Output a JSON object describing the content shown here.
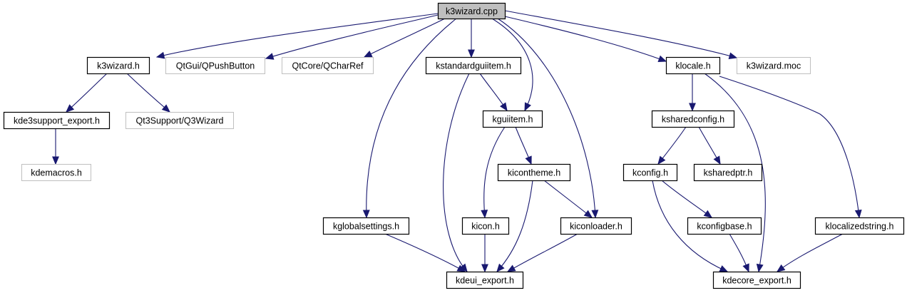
{
  "diagram": {
    "title": "k3wizard.cpp include dependency graph",
    "colors": {
      "edge": "#191970",
      "root_fill": "#bfbfbf",
      "node_fill": "#ffffff",
      "node_border": "#000000",
      "external_border": "#bfbfbf"
    },
    "nodes": [
      {
        "id": "k3wizard_cpp",
        "label": "k3wizard.cpp",
        "kind": "root"
      },
      {
        "id": "k3wizard_h",
        "label": "k3wizard.h",
        "kind": "documented"
      },
      {
        "id": "qpushbutton",
        "label": "QtGui/QPushButton",
        "kind": "external"
      },
      {
        "id": "qcharref",
        "label": "QtCore/QCharRef",
        "kind": "external"
      },
      {
        "id": "kstandardguiitem_h",
        "label": "kstandardguiitem.h",
        "kind": "documented"
      },
      {
        "id": "klocale_h",
        "label": "klocale.h",
        "kind": "documented"
      },
      {
        "id": "k3wizard_moc",
        "label": "k3wizard.moc",
        "kind": "external"
      },
      {
        "id": "kde3support_export_h",
        "label": "kde3support_export.h",
        "kind": "documented"
      },
      {
        "id": "q3wizard",
        "label": "Qt3Support/Q3Wizard",
        "kind": "external"
      },
      {
        "id": "kguiitem_h",
        "label": "kguiitem.h",
        "kind": "documented"
      },
      {
        "id": "ksharedconfig_h",
        "label": "ksharedconfig.h",
        "kind": "documented"
      },
      {
        "id": "kdemacros_h",
        "label": "kdemacros.h",
        "kind": "external"
      },
      {
        "id": "kicontheme_h",
        "label": "kicontheme.h",
        "kind": "documented"
      },
      {
        "id": "kconfig_h",
        "label": "kconfig.h",
        "kind": "documented"
      },
      {
        "id": "ksharedptr_h",
        "label": "ksharedptr.h",
        "kind": "documented"
      },
      {
        "id": "kglobalsettings_h",
        "label": "kglobalsettings.h",
        "kind": "documented"
      },
      {
        "id": "kicon_h",
        "label": "kicon.h",
        "kind": "documented"
      },
      {
        "id": "kiconloader_h",
        "label": "kiconloader.h",
        "kind": "documented"
      },
      {
        "id": "kconfigbase_h",
        "label": "kconfigbase.h",
        "kind": "documented"
      },
      {
        "id": "klocalizedstring_h",
        "label": "klocalizedstring.h",
        "kind": "documented"
      },
      {
        "id": "kdeui_export_h",
        "label": "kdeui_export.h",
        "kind": "documented"
      },
      {
        "id": "kdecore_export_h",
        "label": "kdecore_export.h",
        "kind": "documented"
      }
    ],
    "edges": [
      {
        "from": "k3wizard_cpp",
        "to": "k3wizard_h"
      },
      {
        "from": "k3wizard_cpp",
        "to": "qpushbutton"
      },
      {
        "from": "k3wizard_cpp",
        "to": "qcharref"
      },
      {
        "from": "k3wizard_cpp",
        "to": "kglobalsettings_h"
      },
      {
        "from": "k3wizard_cpp",
        "to": "kstandardguiitem_h"
      },
      {
        "from": "k3wizard_cpp",
        "to": "kguiitem_h"
      },
      {
        "from": "k3wizard_cpp",
        "to": "kiconloader_h"
      },
      {
        "from": "k3wizard_cpp",
        "to": "klocale_h"
      },
      {
        "from": "k3wizard_cpp",
        "to": "k3wizard_moc"
      },
      {
        "from": "k3wizard_h",
        "to": "kde3support_export_h"
      },
      {
        "from": "k3wizard_h",
        "to": "q3wizard"
      },
      {
        "from": "kde3support_export_h",
        "to": "kdemacros_h"
      },
      {
        "from": "kstandardguiitem_h",
        "to": "kguiitem_h"
      },
      {
        "from": "kstandardguiitem_h",
        "to": "kdeui_export_h"
      },
      {
        "from": "kguiitem_h",
        "to": "kicontheme_h"
      },
      {
        "from": "kguiitem_h",
        "to": "kicon_h"
      },
      {
        "from": "kicontheme_h",
        "to": "kiconloader_h"
      },
      {
        "from": "kicontheme_h",
        "to": "kdeui_export_h"
      },
      {
        "from": "kglobalsettings_h",
        "to": "kdeui_export_h"
      },
      {
        "from": "kicon_h",
        "to": "kdeui_export_h"
      },
      {
        "from": "kiconloader_h",
        "to": "kdeui_export_h"
      },
      {
        "from": "klocale_h",
        "to": "ksharedconfig_h"
      },
      {
        "from": "klocale_h",
        "to": "kdecore_export_h"
      },
      {
        "from": "klocale_h",
        "to": "klocalizedstring_h"
      },
      {
        "from": "ksharedconfig_h",
        "to": "kconfig_h"
      },
      {
        "from": "ksharedconfig_h",
        "to": "ksharedptr_h"
      },
      {
        "from": "kconfig_h",
        "to": "kconfigbase_h"
      },
      {
        "from": "kconfig_h",
        "to": "kdecore_export_h"
      },
      {
        "from": "kconfigbase_h",
        "to": "kdecore_export_h"
      },
      {
        "from": "klocalizedstring_h",
        "to": "kdecore_export_h"
      }
    ]
  }
}
